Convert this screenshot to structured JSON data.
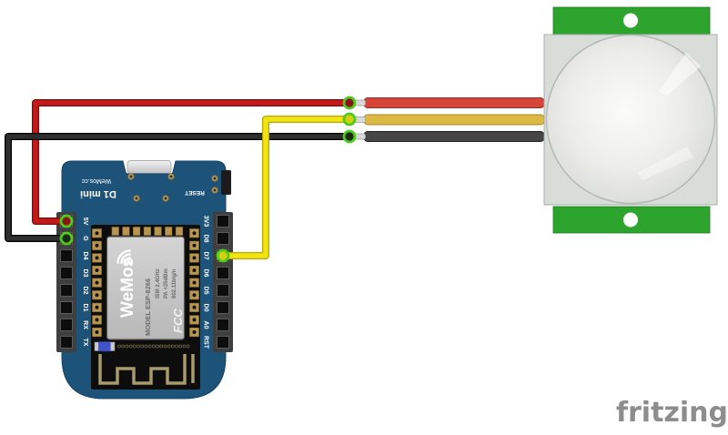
{
  "diagram": {
    "tool_watermark": "fritzing",
    "view": "breadboard"
  },
  "watermark": {
    "label": "fritzing",
    "color": "#8d8d8d"
  },
  "board": {
    "name": "WeMos D1 mini",
    "silk_brand": "WeMos.cc",
    "silk_model": "D1 mini",
    "silk_reset": "RESET",
    "pcb_color": "#1d5378",
    "left_pins": [
      "5V",
      "G",
      "D4",
      "D3",
      "D2",
      "D1",
      "RX",
      "TX"
    ],
    "right_pins": [
      "3V3",
      "D8",
      "D7",
      "D6",
      "D5",
      "D0",
      "A0",
      "RST"
    ],
    "shield": {
      "logo": "WeMos",
      "model_line": "MODEL ESP-8266",
      "spec_lines": [
        "ISM 2.4GHz",
        "PA +25dBm",
        "802.11b/g/n"
      ],
      "fcc_mark": "FCC"
    }
  },
  "sensor": {
    "name": "PIR motion sensor",
    "pcb_color": "#2da42d",
    "body_color": "#d9ddd9",
    "cable_colors": {
      "vcc": "#d6453a",
      "out": "#dcb844",
      "gnd": "#464646"
    }
  },
  "wires": [
    {
      "id": "red",
      "color": "#c41a1a",
      "from_pin": "5V"
    },
    {
      "id": "black",
      "color": "#2e2e2e",
      "from_pin": "G"
    },
    {
      "id": "yellow",
      "color": "#f0e413",
      "from_pin": "D7"
    }
  ]
}
